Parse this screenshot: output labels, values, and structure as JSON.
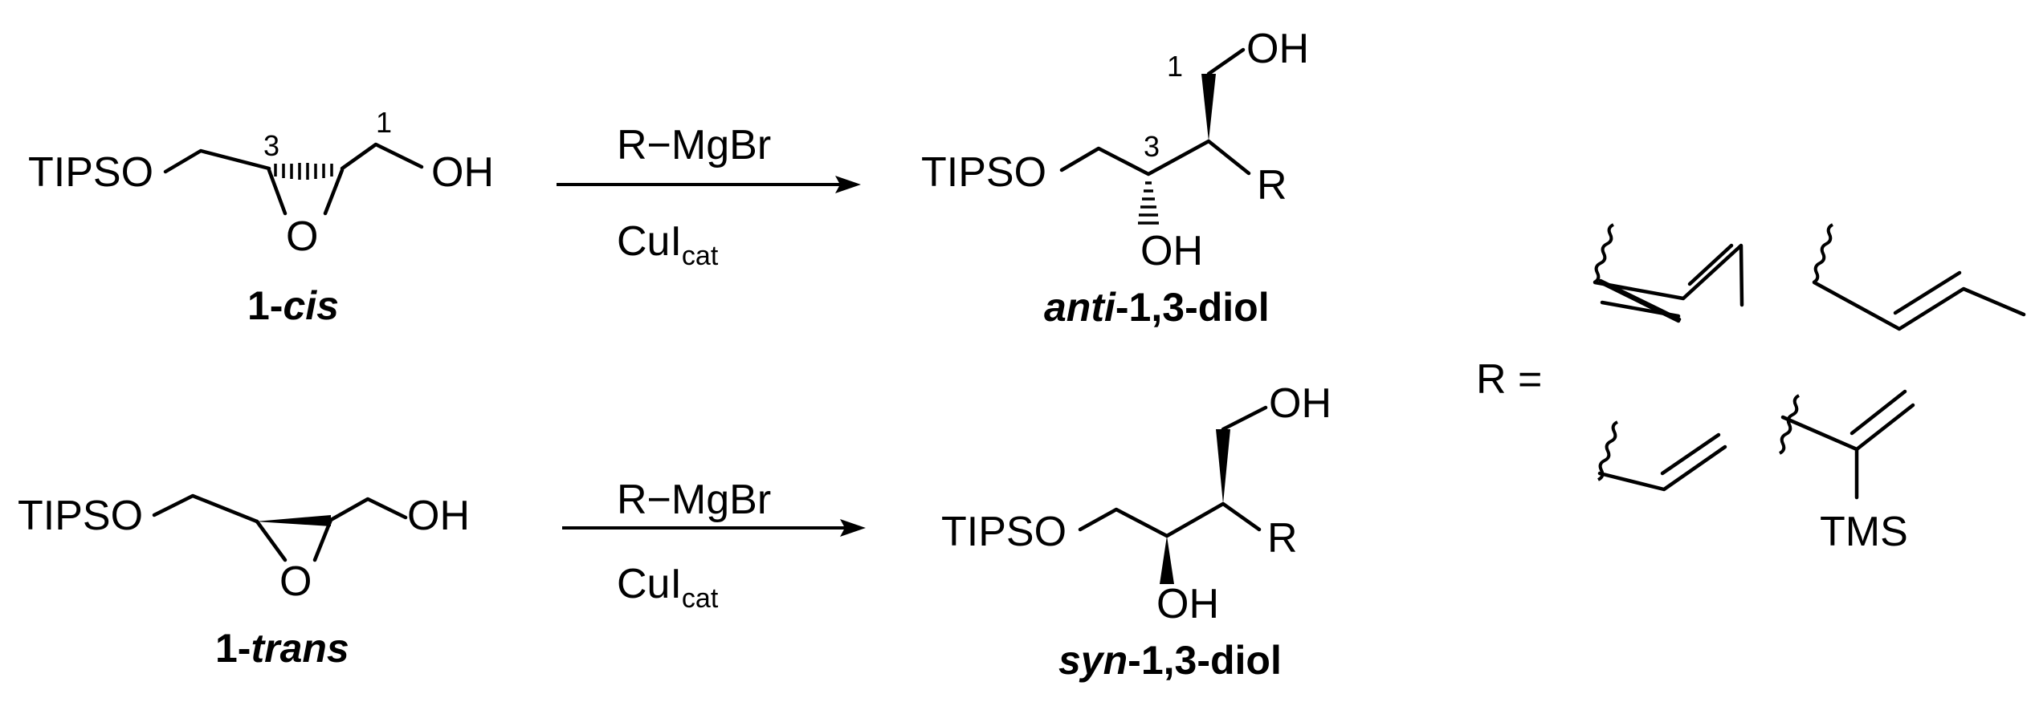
{
  "reactions": [
    {
      "substrate": {
        "tipso": "TIPSO",
        "oh": "OH",
        "epoxide_o": "O",
        "c3_label": "3",
        "c1_label": "1",
        "caption_prefix": "1-",
        "caption_italic": "cis"
      },
      "arrow": {
        "reagent": "R−MgBr",
        "catalyst": "CuI",
        "catalyst_sub": "cat"
      },
      "product": {
        "tipso": "TIPSO",
        "oh_top": "OH",
        "oh_bottom": "OH",
        "r": "R",
        "c3_label": "3",
        "c1_label": "1",
        "caption_italic": "anti",
        "caption_rest": "-1,3-diol"
      }
    },
    {
      "substrate": {
        "tipso": "TIPSO",
        "oh": "OH",
        "epoxide_o": "O",
        "caption_prefix": "1-",
        "caption_italic": "trans"
      },
      "arrow": {
        "reagent": "R−MgBr",
        "catalyst": "CuI",
        "catalyst_sub": "cat"
      },
      "product": {
        "tipso": "TIPSO",
        "oh_top": "OH",
        "oh_bottom": "OH",
        "r": "R",
        "caption_italic": "syn",
        "caption_rest": "-1,3-diol"
      }
    }
  ],
  "r_groups": {
    "label": "R =",
    "tms": "TMS",
    "groups": [
      "cis-propenyl-icon",
      "trans-propenyl-icon",
      "vinyl-icon",
      "tms-vinyl-icon"
    ]
  }
}
